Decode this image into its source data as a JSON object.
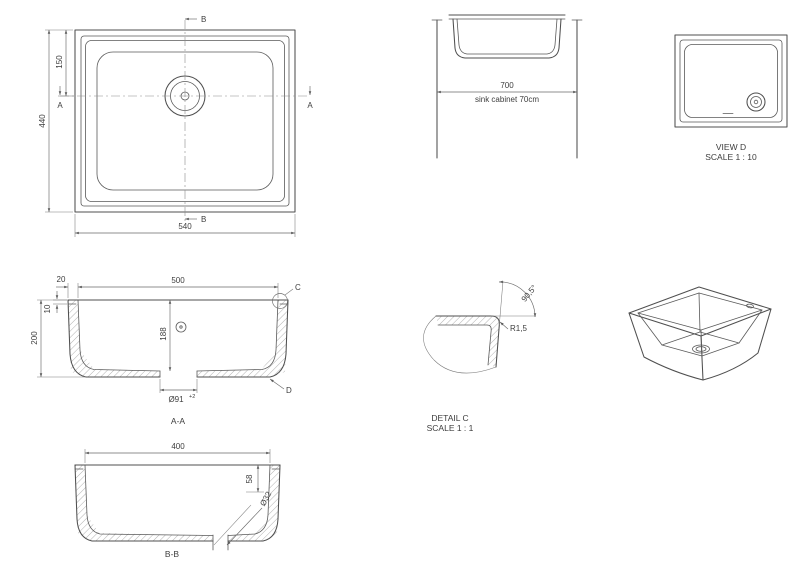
{
  "colors": {
    "ink": "#4f4f4f",
    "dim": "#6a6a6a",
    "background": "#ffffff"
  },
  "drawing": {
    "plan_view": {
      "dim_total_width": "540",
      "dim_total_height": "440",
      "dim_center_offset": "150",
      "marker_a": "A",
      "marker_b": "B"
    },
    "cabinet_view": {
      "dim_width": "700",
      "caption": "sink cabinet 70cm"
    },
    "view_d": {
      "title": "VIEW D",
      "scale": "SCALE 1 : 10"
    },
    "section_aa": {
      "label": "A-A",
      "dim_opening": "500",
      "dim_flange": "20",
      "dim_rim": "10",
      "dim_depth": "200",
      "dim_inner_depth": "188",
      "dim_drain": "Ø91",
      "dim_drain_tol": "+2",
      "marker_c": "C",
      "marker_d": "D"
    },
    "detail_c": {
      "title": "DETAIL C",
      "scale": "SCALE 1 : 1",
      "dim_radius": "R1,5",
      "dim_angle": "90,5°"
    },
    "section_bb": {
      "label": "B-B",
      "dim_length": "400",
      "dim_drain_pos": "58",
      "dim_outlet": "Ø32"
    }
  }
}
